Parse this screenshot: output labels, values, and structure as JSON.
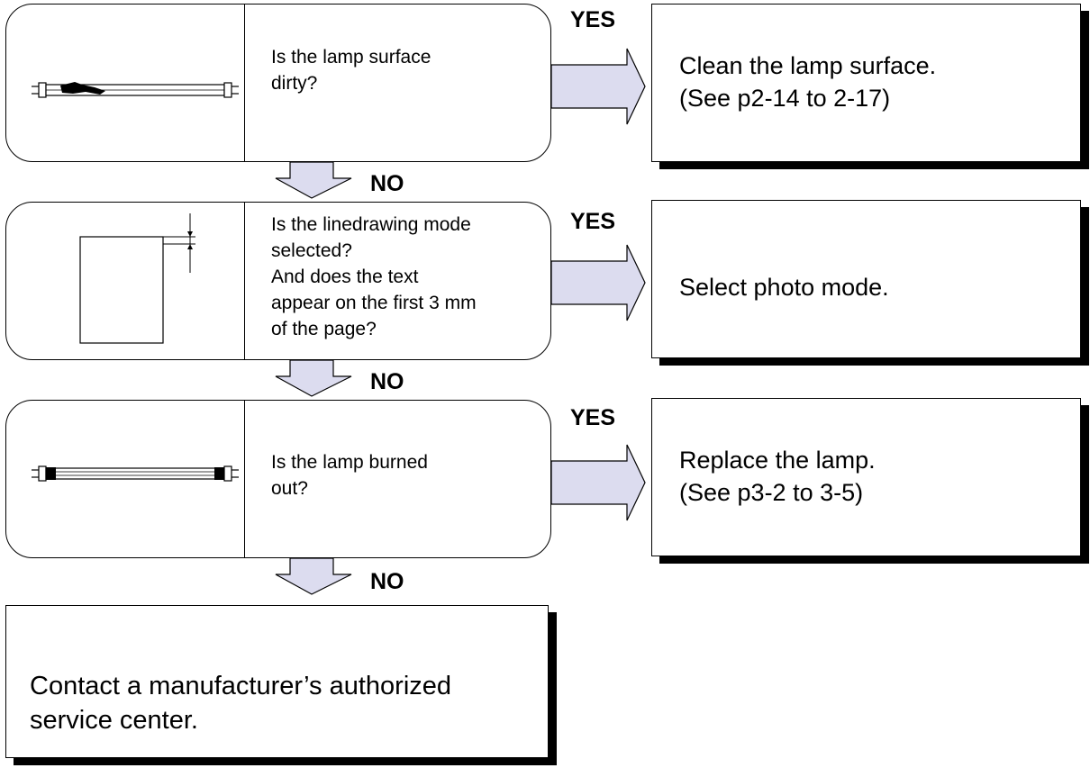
{
  "steps": [
    {
      "question": [
        "Is the lamp surface",
        "dirty?"
      ],
      "yes_label": "YES",
      "action": [
        "Clean the lamp surface.",
        "(See p2-14 to 2-17)"
      ],
      "no_label": "NO"
    },
    {
      "question": [
        "Is the linedrawing mode",
        "selected?",
        "And does the text",
        "appear on the first 3 mm",
        "of the page?"
      ],
      "yes_label": "YES",
      "action": [
        "Select photo mode."
      ],
      "no_label": "NO"
    },
    {
      "question": [
        "Is the lamp burned",
        "out?"
      ],
      "yes_label": "YES",
      "action": [
        "Replace the lamp.",
        "(See p3-2 to 3-5)"
      ],
      "no_label": "NO"
    }
  ],
  "final_action": [
    "Contact a manufacturer’s authorized",
    "service center."
  ],
  "colors": {
    "arrow_fill": "#dcdcef",
    "line": "#000000",
    "shadow": "#000000"
  },
  "icons": [
    "dirty-lamp-icon",
    "page-margin-icon",
    "burned-lamp-icon"
  ]
}
